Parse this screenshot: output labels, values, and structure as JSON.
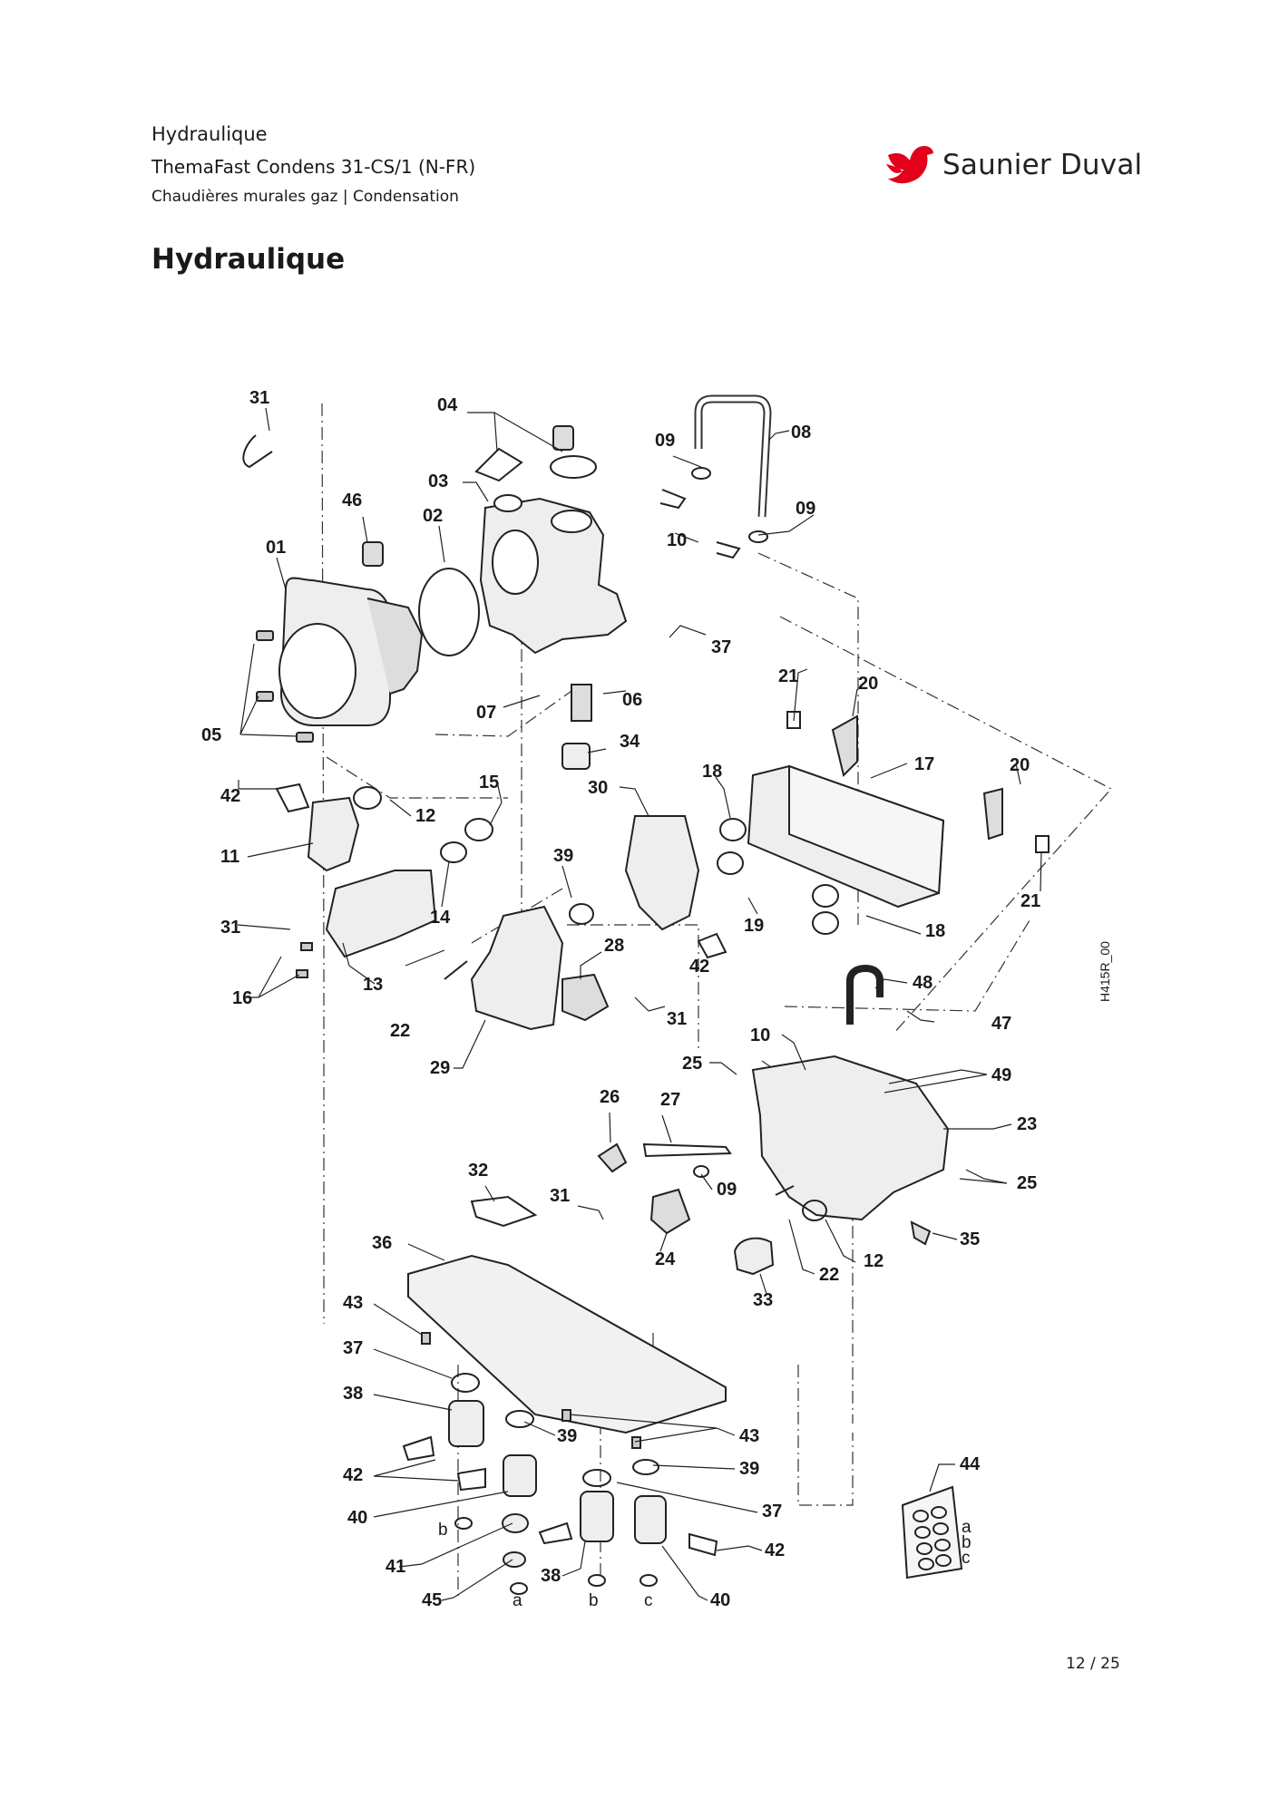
{
  "header": {
    "line1": "Hydraulique",
    "line2": "ThemaFast Condens 31-CS/1 (N-FR)",
    "line3": "Chaudières murales gaz | Condensation"
  },
  "brand": {
    "name": "Saunier Duval",
    "logo_icon": "bird-logo-icon",
    "color": "#e2001a"
  },
  "page_title": "Hydraulique",
  "diagram": {
    "reference": "H415R_00",
    "callouts": [
      "31",
      "04",
      "08",
      "09",
      "03",
      "46",
      "09",
      "02",
      "10",
      "01",
      "37",
      "06",
      "07",
      "05",
      "34",
      "21",
      "20",
      "17",
      "20",
      "18",
      "30",
      "42",
      "15",
      "12",
      "11",
      "39",
      "14",
      "31",
      "28",
      "19",
      "18",
      "42",
      "21",
      "16",
      "13",
      "22",
      "31",
      "48",
      "47",
      "29",
      "10",
      "25",
      "49",
      "26",
      "27",
      "23",
      "25",
      "09",
      "32",
      "31",
      "35",
      "36",
      "24",
      "12",
      "22",
      "33",
      "43",
      "37",
      "38",
      "39",
      "43",
      "39",
      "42",
      "37",
      "40",
      "44",
      "42",
      "41",
      "38",
      "40",
      "45"
    ],
    "letters": [
      "b",
      "a",
      "b",
      "c",
      "a",
      "b",
      "c"
    ]
  },
  "footer": {
    "page": "12 / 25"
  }
}
